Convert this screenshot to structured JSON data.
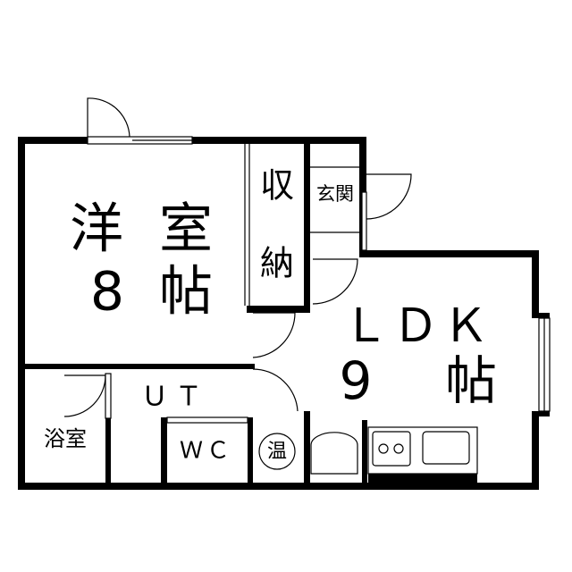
{
  "rooms": {
    "western": {
      "name_1": "洋",
      "name_2": "室",
      "size": "8",
      "unit": "帖"
    },
    "closet": {
      "char_1": "収",
      "char_2": "納"
    },
    "entrance": {
      "name": "玄関"
    },
    "ldk": {
      "name": "ＬＤＫ",
      "size": "9",
      "unit": "帖"
    },
    "utility": {
      "name": "ＵＴ"
    },
    "bath": {
      "name": "浴室"
    },
    "toilet": {
      "name": "ＷＣ"
    },
    "water_heater": {
      "name": "温"
    }
  }
}
